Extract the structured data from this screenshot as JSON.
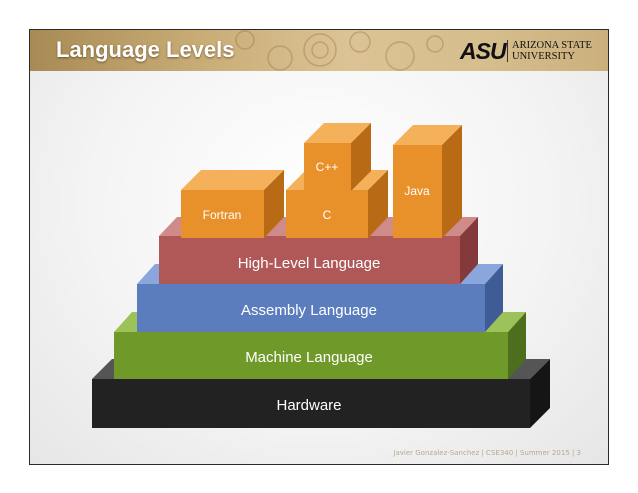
{
  "slide": {
    "title": "Language Levels",
    "logo": {
      "mark": "ASU",
      "line1": "ARIZONA STATE",
      "line2": "UNIVERSITY"
    },
    "footer": "Javier Gonzalez-Sanchez | CSE340 | Summer 2015 | 3"
  },
  "diagram": {
    "layers": [
      {
        "label": "Hardware",
        "color": "#222222"
      },
      {
        "label": "Machine Language",
        "color": "#6f9a2a"
      },
      {
        "label": "Assembly Language",
        "color": "#5b7dbe"
      },
      {
        "label": "High-Level Language",
        "color": "#b05858"
      }
    ],
    "blocks": [
      {
        "label": "Fortran",
        "color": "#e8912a"
      },
      {
        "label": "C",
        "color": "#e8912a"
      },
      {
        "label": "C++",
        "color": "#e8912a"
      },
      {
        "label": "Java",
        "color": "#e8912a"
      }
    ]
  }
}
